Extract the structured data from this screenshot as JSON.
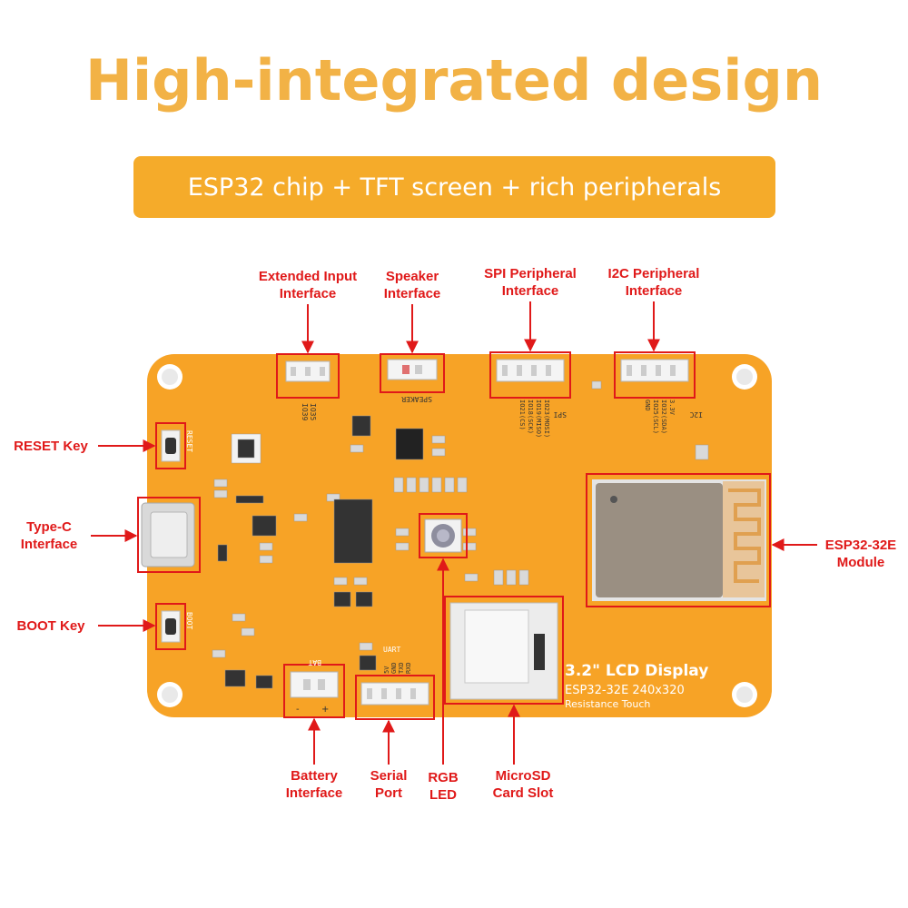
{
  "header": {
    "title": "High-integrated design",
    "subtitle": "ESP32 chip + TFT screen + rich peripherals"
  },
  "callouts": {
    "extended_input": [
      "Extended Input",
      "Interface"
    ],
    "speaker": [
      "Speaker",
      "Interface"
    ],
    "spi": [
      "SPI Peripheral",
      "Interface"
    ],
    "i2c": [
      "I2C Peripheral",
      "Interface"
    ],
    "reset_key": "RESET Key",
    "type_c": [
      "Type-C",
      "Interface"
    ],
    "boot_key": "BOOT Key",
    "esp32_module": [
      "ESP32-32E",
      "Module"
    ],
    "battery": [
      "Battery",
      "Interface"
    ],
    "serial": [
      "Serial",
      "Port"
    ],
    "rgb": [
      "RGB",
      "LED"
    ],
    "microsd": [
      "MicroSD",
      "Card Slot"
    ]
  },
  "silkscreen": {
    "speaker": "SPEAKER",
    "spi": "SPI",
    "i2c": "I2C",
    "reset": "RESET",
    "boot": "BOOT",
    "bat": "BAT",
    "uart": "UART",
    "io_pins": [
      "IO35",
      "IO39"
    ],
    "spi_pins": [
      "IO23(MOSI)",
      "IO19(MISO)",
      "IO18(SCK)",
      "IO21(CS)"
    ],
    "i2c_pins": [
      "3.3V",
      "IO32(SDA)",
      "IO25(SCL)",
      "GND"
    ],
    "uart_pins": [
      "RXD",
      "TXD",
      "GND",
      "5V"
    ],
    "lcd_title": "3.2\" LCD Display",
    "lcd_model": "ESP32-32E  240x320",
    "lcd_touch": "Resistance Touch",
    "bat_minus": "-",
    "bat_plus": "+"
  },
  "colors": {
    "headline": "#f2b246",
    "banner": "#f5ab2a",
    "board": "#f7a326",
    "callout_red": "#e01919",
    "module_gray": "#9a8f82"
  }
}
